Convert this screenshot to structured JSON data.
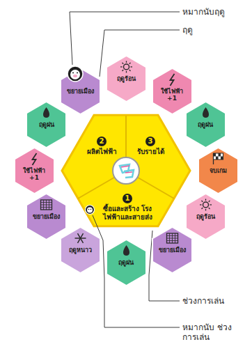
{
  "diagram": {
    "nodes": [
      {
        "text": [
          "ขยายเมือง"
        ]
      },
      {
        "text": [
          "ฤดูร้อน"
        ]
      },
      {
        "text": [
          "ใช้ไฟฟ้า",
          "+1"
        ]
      },
      {
        "text": [
          "ฤดูฝน"
        ]
      },
      {
        "text": [
          "จบเกม"
        ]
      },
      {
        "text": [
          "ฤดูร้อน"
        ]
      },
      {
        "text": [
          "ขยายเมือง"
        ]
      },
      {
        "text": [
          "ฤดูฝน"
        ]
      },
      {
        "text": [
          "ฤดูหนาว"
        ]
      },
      {
        "text": [
          "ขยายเมือง"
        ]
      },
      {
        "text": [
          "ใช้ไฟฟ้า",
          "+1"
        ]
      },
      {
        "text": [
          "ฤดูฝน"
        ]
      },
      {
        "text": [
          "1",
          "ซื้อและสร้าง โรงไฟฟ้าและสายส่ง"
        ]
      },
      {
        "text": [
          "2",
          "ผลิตไฟฟ้า"
        ]
      },
      {
        "text": [
          "3",
          "รับรายได้"
        ]
      }
    ],
    "labels": [
      "หมากนับฤดู",
      "ฤดู",
      "ช่วงการเล่น",
      "หมากนับ ช่วงการเล่น"
    ]
  }
}
